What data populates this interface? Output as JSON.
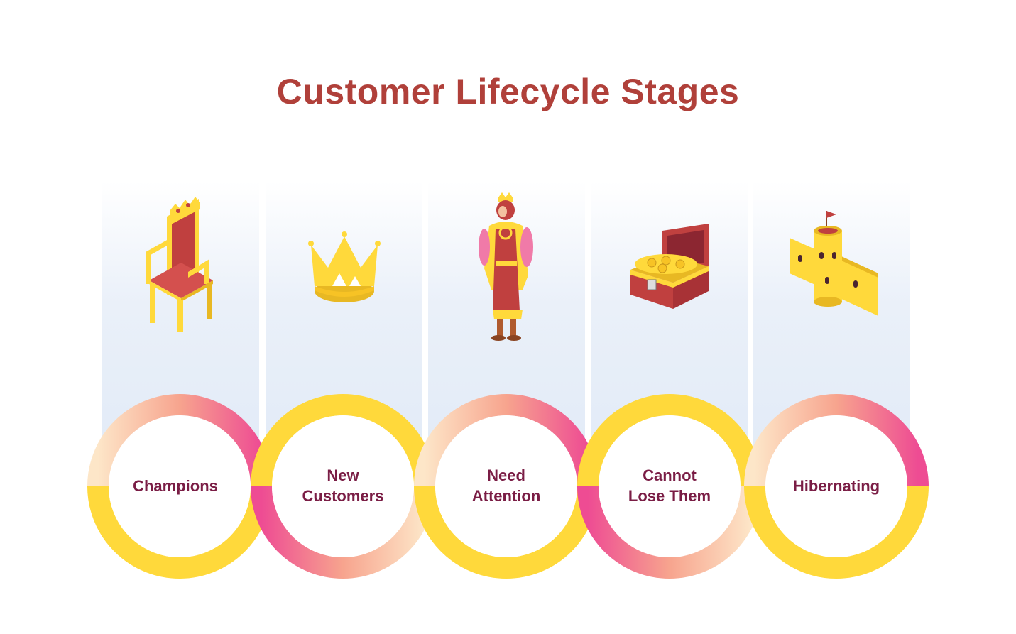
{
  "title": "Customer Lifecycle Stages",
  "colors": {
    "title": "#b0403a",
    "label": "#7a1d45",
    "ring_yellow": "#ffd93b",
    "ring_peach": "#fdd9b3",
    "ring_pink": "#ee4c93"
  },
  "stages": [
    {
      "label": "Champions",
      "icon": "throne-icon"
    },
    {
      "label": "New\nCustomers",
      "icon": "crown-icon"
    },
    {
      "label": "Need\nAttention",
      "icon": "king-icon"
    },
    {
      "label": "Cannot\nLose Them",
      "icon": "treasure-chest-icon"
    },
    {
      "label": "Hibernating",
      "icon": "castle-icon"
    }
  ]
}
